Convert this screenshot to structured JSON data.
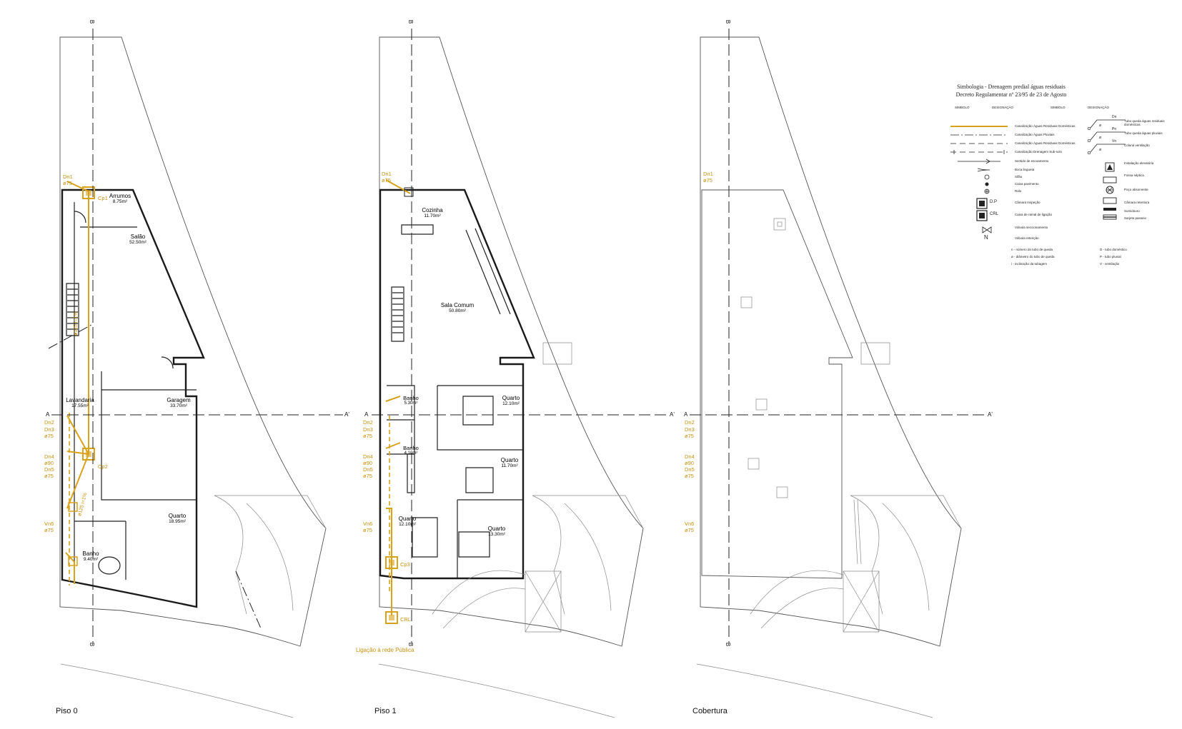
{
  "floors": [
    {
      "label": "Piso 0",
      "rooms": [
        {
          "name": "Arrumos",
          "area": "8.75m²"
        },
        {
          "name": "Salão",
          "area": "52.50m²"
        },
        {
          "name": "Lavandaria",
          "area": "17.55m²"
        },
        {
          "name": "Garagem",
          "area": "33.70m²"
        },
        {
          "name": "Quarto",
          "area": "18.95m²"
        },
        {
          "name": "Banho",
          "area": "9.40m²"
        }
      ],
      "pipe_labels": [
        "Dn1",
        "ø75",
        "Cp1",
        "Dn2",
        "Dn3",
        "ø75",
        "Cp2",
        "Dn4",
        "ø90",
        "Dn5",
        "ø75",
        "Vn6",
        "ø75"
      ],
      "pipe_slopes": [
        "ø125 i=1%",
        "ø125 i=1%"
      ]
    },
    {
      "label": "Piso 1",
      "rooms": [
        {
          "name": "Cozinha",
          "area": "11.70m²"
        },
        {
          "name": "Sala Comum",
          "area": "50.80m²"
        },
        {
          "name": "Banho",
          "area": "5.30m²"
        },
        {
          "name": "Quarto",
          "area": "12.10m²"
        },
        {
          "name": "Banho",
          "area": "4.10m²"
        },
        {
          "name": "Quarto",
          "area": "11.70m²"
        },
        {
          "name": "Quarto",
          "area": "12.10m²"
        },
        {
          "name": "Quarto",
          "area": "13.30m²"
        }
      ],
      "pipe_labels": [
        "Dn1",
        "ø75",
        "Dn2",
        "Dn3",
        "ø75",
        "Dn4",
        "ø90",
        "Dn5",
        "ø75",
        "Vn6",
        "ø75",
        "Cp3",
        "CRL"
      ],
      "connection": "Ligação à rede Pública"
    },
    {
      "label": "Cobertura",
      "pipe_labels": [
        "Dn1",
        "ø75",
        "Dn2",
        "Dn3",
        "ø75",
        "Dn4",
        "ø90",
        "Dn5",
        "ø75",
        "Vn6",
        "ø75"
      ]
    }
  ],
  "section_tags": {
    "a_start": "A",
    "a_end": "A'",
    "b": "B"
  },
  "legend": {
    "title_line1": "Simbologia - Drenagem predial águas residuais",
    "title_line2": "Decreto Regulamentar nº 23/95 de 23 de Agosto",
    "col_symbol": "SÍMBOLO",
    "col_designation": "DESIGNAÇÃO",
    "left_items": [
      "Canalização Águas Residuais Domésticas",
      "Canalização Águas Pluviais",
      "Canalização Águas Residuais Domésticas",
      "Canalização Drenagem Sub-solo",
      "Sentido de escoamento",
      "Boca lingueta",
      "Sifão",
      "Caixa pavimento",
      "Ralo",
      "Câmara Inspeção",
      "Caixa de ramal de ligação",
      "Válvula seccionamento",
      "Válvula retenção"
    ],
    "left_symbols": {
      "dp": "D.P",
      "crl": "CRL",
      "north": "N"
    },
    "notes_left": [
      "n - número do tubo de queda",
      "ø - diâmetro do tubo de queda",
      "i - inclinação da tubagem"
    ],
    "right_items": [
      "Tubo queda águas residuais domésticas",
      "Tubo queda águas pluviais",
      "Coluna ventilação",
      "Instalação elevatória",
      "Fossa séptica",
      "Poço absorvente",
      "Câmara retentora",
      "Sumidouro",
      "Sarjeta passeio"
    ],
    "right_symbols": [
      "Dn",
      "ø",
      "Pn",
      "ø",
      "Vn",
      "ø"
    ],
    "notes_right": [
      "D - tubo doméstico",
      "P - tubo pluvial",
      "V - ventilação"
    ]
  },
  "colors": {
    "pipe": "#d9a21b",
    "wall": "#1a1a1a",
    "paper": "#ffffff"
  }
}
